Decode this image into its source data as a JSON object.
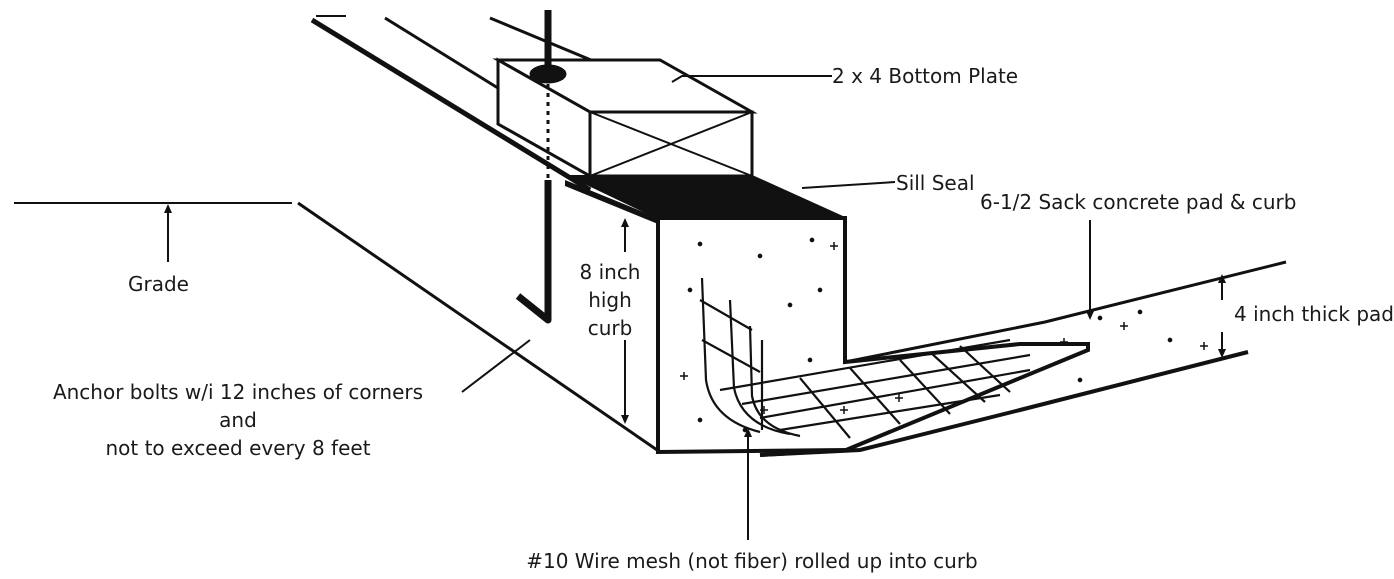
{
  "labels": {
    "bottom_plate": "2 x 4 Bottom Plate",
    "sill_seal": "Sill Seal",
    "sack_concrete": "6-1/2 Sack concrete pad & curb",
    "thick_pad": "4 inch thick pad",
    "grade": "Grade",
    "curb_height": [
      "8 inch",
      "high",
      "curb"
    ],
    "anchor_bolts": [
      "Anchor bolts w/i 12 inches of corners",
      "and",
      "not to exceed every 8 feet"
    ],
    "wire_mesh": "#10 Wire mesh (not fiber) rolled up into curb"
  },
  "colors": {
    "line": "#111111",
    "fill": "#ffffff",
    "sill_seal": "#111111",
    "text": "#1a1a1a"
  }
}
